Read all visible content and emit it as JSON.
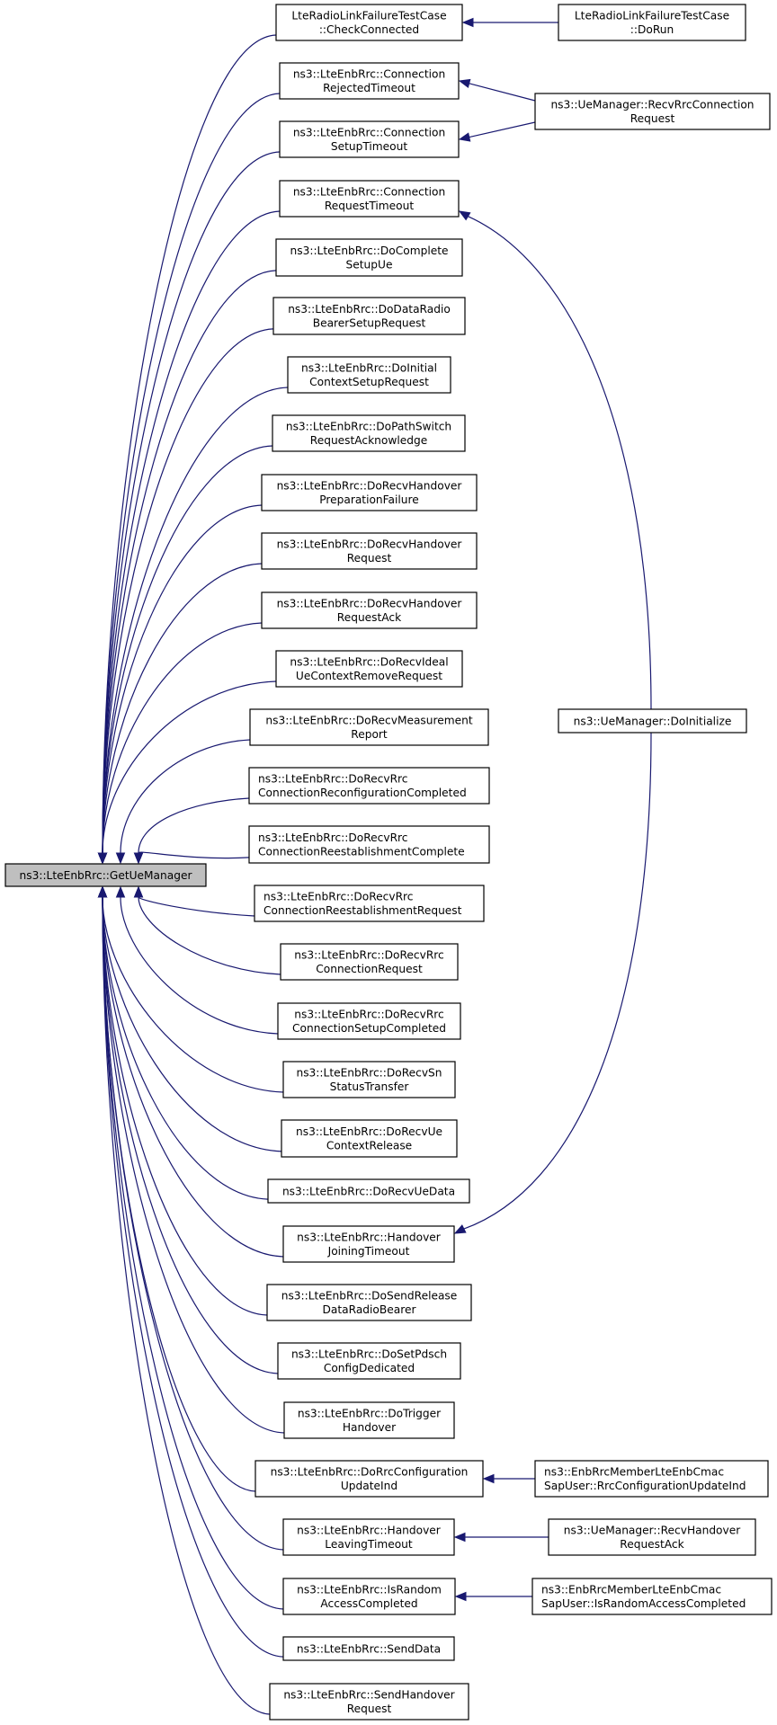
{
  "graph": {
    "title": "ns3::LteEnbRrc::GetUeManager caller graph",
    "edge_color": "#191970",
    "root_fill": "#bfbfbf",
    "nodes": {
      "root": {
        "lines": [
          "ns3::LteEnbRrc::GetUeManager"
        ],
        "align": "center"
      },
      "checkConnected": {
        "lines": [
          "LteRadioLinkFailureTestCase",
          "::CheckConnected"
        ],
        "align": "center"
      },
      "doRun": {
        "lines": [
          "LteRadioLinkFailureTestCase",
          "::DoRun"
        ],
        "align": "center"
      },
      "connRejectedTimeout": {
        "lines": [
          "ns3::LteEnbRrc::Connection",
          "RejectedTimeout"
        ],
        "align": "center"
      },
      "recvRrcConnRequest": {
        "lines": [
          "ns3::UeManager::RecvRrcConnection",
          "Request"
        ],
        "align": "center"
      },
      "connSetupTimeout": {
        "lines": [
          "ns3::LteEnbRrc::Connection",
          "SetupTimeout"
        ],
        "align": "center"
      },
      "connRequestTimeout": {
        "lines": [
          "ns3::LteEnbRrc::Connection",
          "RequestTimeout"
        ],
        "align": "center"
      },
      "doCompleteSetupUe": {
        "lines": [
          "ns3::LteEnbRrc::DoComplete",
          "SetupUe"
        ],
        "align": "center"
      },
      "doDataRadioBearer": {
        "lines": [
          "ns3::LteEnbRrc::DoDataRadio",
          "BearerSetupRequest"
        ],
        "align": "center"
      },
      "doInitialContext": {
        "lines": [
          "ns3::LteEnbRrc::DoInitial",
          "ContextSetupRequest"
        ],
        "align": "center"
      },
      "doPathSwitch": {
        "lines": [
          "ns3::LteEnbRrc::DoPathSwitch",
          "RequestAcknowledge"
        ],
        "align": "center"
      },
      "doRecvHoPrepFail": {
        "lines": [
          "ns3::LteEnbRrc::DoRecvHandover",
          "PreparationFailure"
        ],
        "align": "center"
      },
      "doRecvHoRequest": {
        "lines": [
          "ns3::LteEnbRrc::DoRecvHandover",
          "Request"
        ],
        "align": "center"
      },
      "doRecvHoRequestAck": {
        "lines": [
          "ns3::LteEnbRrc::DoRecvHandover",
          "RequestAck"
        ],
        "align": "center"
      },
      "doRecvIdealUeCtx": {
        "lines": [
          "ns3::LteEnbRrc::DoRecvIdeal",
          "UeContextRemoveRequest"
        ],
        "align": "center"
      },
      "doRecvMeasReport": {
        "lines": [
          "ns3::LteEnbRrc::DoRecvMeasurement",
          "Report"
        ],
        "align": "center"
      },
      "doRecvRrcReconfig": {
        "lines": [
          "ns3::LteEnbRrc::DoRecvRrc",
          "ConnectionReconfigurationCompleted"
        ],
        "align": "left"
      },
      "doRecvRrcReestComplete": {
        "lines": [
          "ns3::LteEnbRrc::DoRecvRrc",
          "ConnectionReestablishmentComplete"
        ],
        "align": "left"
      },
      "doRecvRrcReestRequest": {
        "lines": [
          "ns3::LteEnbRrc::DoRecvRrc",
          "ConnectionReestablishmentRequest"
        ],
        "align": "left"
      },
      "doRecvRrcConnRequest": {
        "lines": [
          "ns3::LteEnbRrc::DoRecvRrc",
          "ConnectionRequest"
        ],
        "align": "center"
      },
      "doRecvRrcSetupCompleted": {
        "lines": [
          "ns3::LteEnbRrc::DoRecvRrc",
          "ConnectionSetupCompleted"
        ],
        "align": "center"
      },
      "doRecvSnStatus": {
        "lines": [
          "ns3::LteEnbRrc::DoRecvSn",
          "StatusTransfer"
        ],
        "align": "center"
      },
      "doRecvUeCtxRelease": {
        "lines": [
          "ns3::LteEnbRrc::DoRecvUe",
          "ContextRelease"
        ],
        "align": "center"
      },
      "doRecvUeData": {
        "lines": [
          "ns3::LteEnbRrc::DoRecvUeData"
        ],
        "align": "center"
      },
      "hoJoiningTimeout": {
        "lines": [
          "ns3::LteEnbRrc::Handover",
          "JoiningTimeout"
        ],
        "align": "center"
      },
      "doSendReleaseDrb": {
        "lines": [
          "ns3::LteEnbRrc::DoSendRelease",
          "DataRadioBearer"
        ],
        "align": "center"
      },
      "doSetPdsch": {
        "lines": [
          "ns3::LteEnbRrc::DoSetPdsch",
          "ConfigDedicated"
        ],
        "align": "center"
      },
      "doTriggerHo": {
        "lines": [
          "ns3::LteEnbRrc::DoTrigger",
          "Handover"
        ],
        "align": "center"
      },
      "doRrcConfigUpdate": {
        "lines": [
          "ns3::LteEnbRrc::DoRrcConfiguration",
          "UpdateInd"
        ],
        "align": "center"
      },
      "hoLeavingTimeout": {
        "lines": [
          "ns3::LteEnbRrc::Handover",
          "LeavingTimeout"
        ],
        "align": "center"
      },
      "isRandomAccess": {
        "lines": [
          "ns3::LteEnbRrc::IsRandom",
          "AccessCompleted"
        ],
        "align": "center"
      },
      "sendData": {
        "lines": [
          "ns3::LteEnbRrc::SendData"
        ],
        "align": "center"
      },
      "sendHoRequest": {
        "lines": [
          "ns3::LteEnbRrc::SendHandover",
          "Request"
        ],
        "align": "center"
      },
      "ueMgrDoInitialize": {
        "lines": [
          "ns3::UeManager::DoInitialize"
        ],
        "align": "center"
      },
      "cmacRrcConfigUpdate": {
        "lines": [
          "ns3::EnbRrcMemberLteEnbCmac",
          "SapUser::RrcConfigurationUpdateInd"
        ],
        "align": "left"
      },
      "ueMgrRecvHoRequestAck": {
        "lines": [
          "ns3::UeManager::RecvHandover",
          "RequestAck"
        ],
        "align": "center"
      },
      "cmacIsRandomAccess": {
        "lines": [
          "ns3::EnbRrcMemberLteEnbCmac",
          "SapUser::IsRandomAccessCompleted"
        ],
        "align": "left"
      }
    },
    "edges": [
      [
        "checkConnected",
        "root"
      ],
      [
        "connRejectedTimeout",
        "root"
      ],
      [
        "connSetupTimeout",
        "root"
      ],
      [
        "connRequestTimeout",
        "root"
      ],
      [
        "doCompleteSetupUe",
        "root"
      ],
      [
        "doDataRadioBearer",
        "root"
      ],
      [
        "doInitialContext",
        "root"
      ],
      [
        "doPathSwitch",
        "root"
      ],
      [
        "doRecvHoPrepFail",
        "root"
      ],
      [
        "doRecvHoRequest",
        "root"
      ],
      [
        "doRecvHoRequestAck",
        "root"
      ],
      [
        "doRecvIdealUeCtx",
        "root"
      ],
      [
        "doRecvMeasReport",
        "root"
      ],
      [
        "doRecvRrcReconfig",
        "root"
      ],
      [
        "doRecvRrcReestComplete",
        "root"
      ],
      [
        "doRecvRrcReestRequest",
        "root"
      ],
      [
        "doRecvRrcConnRequest",
        "root"
      ],
      [
        "doRecvRrcSetupCompleted",
        "root"
      ],
      [
        "doRecvSnStatus",
        "root"
      ],
      [
        "doRecvUeCtxRelease",
        "root"
      ],
      [
        "doRecvUeData",
        "root"
      ],
      [
        "hoJoiningTimeout",
        "root"
      ],
      [
        "doSendReleaseDrb",
        "root"
      ],
      [
        "doSetPdsch",
        "root"
      ],
      [
        "doTriggerHo",
        "root"
      ],
      [
        "doRrcConfigUpdate",
        "root"
      ],
      [
        "hoLeavingTimeout",
        "root"
      ],
      [
        "isRandomAccess",
        "root"
      ],
      [
        "sendData",
        "root"
      ],
      [
        "sendHoRequest",
        "root"
      ],
      [
        "doRun",
        "checkConnected"
      ],
      [
        "recvRrcConnRequest",
        "connRejectedTimeout"
      ],
      [
        "recvRrcConnRequest",
        "connSetupTimeout"
      ],
      [
        "ueMgrDoInitialize",
        "connRequestTimeout"
      ],
      [
        "ueMgrDoInitialize",
        "hoJoiningTimeout"
      ],
      [
        "cmacRrcConfigUpdate",
        "doRrcConfigUpdate"
      ],
      [
        "ueMgrRecvHoRequestAck",
        "hoLeavingTimeout"
      ],
      [
        "cmacIsRandomAccess",
        "isRandomAccess"
      ]
    ]
  }
}
